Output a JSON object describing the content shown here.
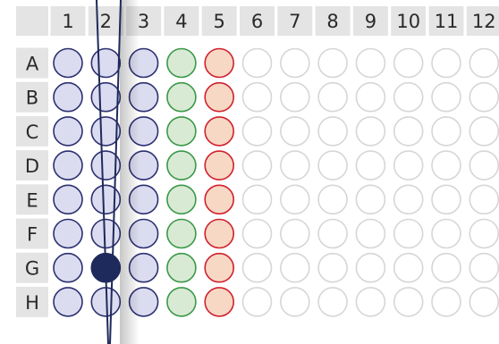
{
  "plate": {
    "columns": [
      "1",
      "2",
      "3",
      "4",
      "5",
      "6",
      "7",
      "8",
      "9",
      "10",
      "11",
      "12"
    ],
    "rows": [
      "A",
      "B",
      "C",
      "D",
      "E",
      "F",
      "G",
      "H"
    ]
  },
  "well_styles": {
    "blue": {
      "fill": "#dcdcf0",
      "stroke": "#2b3070"
    },
    "green": {
      "fill": "#d8ead4",
      "stroke": "#3b9848"
    },
    "red": {
      "fill": "#f7d8c4",
      "stroke": "#d0202e"
    },
    "empty": {
      "fill": "#ffffff",
      "stroke": "#d6d6d6"
    },
    "selected": {
      "fill": "#1f2a5c",
      "stroke": "#1f2a5c"
    }
  },
  "column_styles": [
    "blue",
    "blue",
    "blue",
    "green",
    "red",
    "empty",
    "empty",
    "empty",
    "empty",
    "empty",
    "empty",
    "empty"
  ],
  "selected_well": {
    "row": "G",
    "column": "2"
  },
  "pipette": {
    "color": "#1f2a5c"
  }
}
